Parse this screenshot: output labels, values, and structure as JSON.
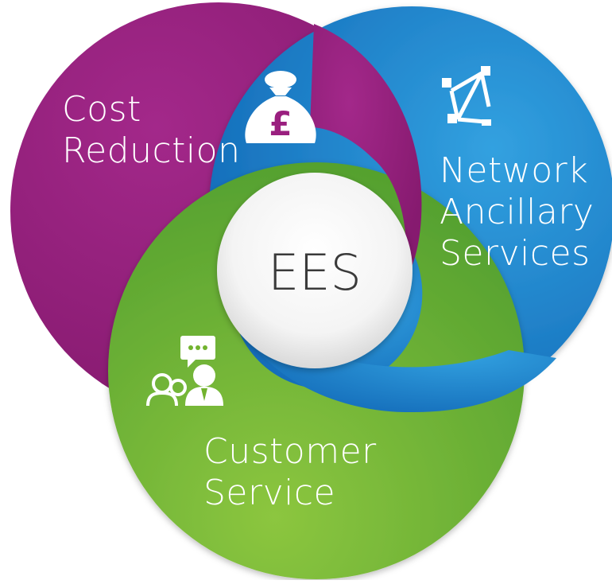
{
  "center": {
    "label": "EES"
  },
  "segments": [
    {
      "id": "cost",
      "lines": [
        "Cost",
        "Reduction"
      ],
      "icon": "money-bag-pound-icon",
      "color": "#9a1f7f",
      "icon_symbol": "£"
    },
    {
      "id": "network",
      "lines": [
        "Network",
        "Ancillary",
        "Services"
      ],
      "icon": "network-nodes-icon",
      "color": "#1f82cd"
    },
    {
      "id": "customer",
      "lines": [
        "Customer",
        "Service"
      ],
      "icon": "customer-support-icon",
      "color": "#72b32e"
    }
  ]
}
